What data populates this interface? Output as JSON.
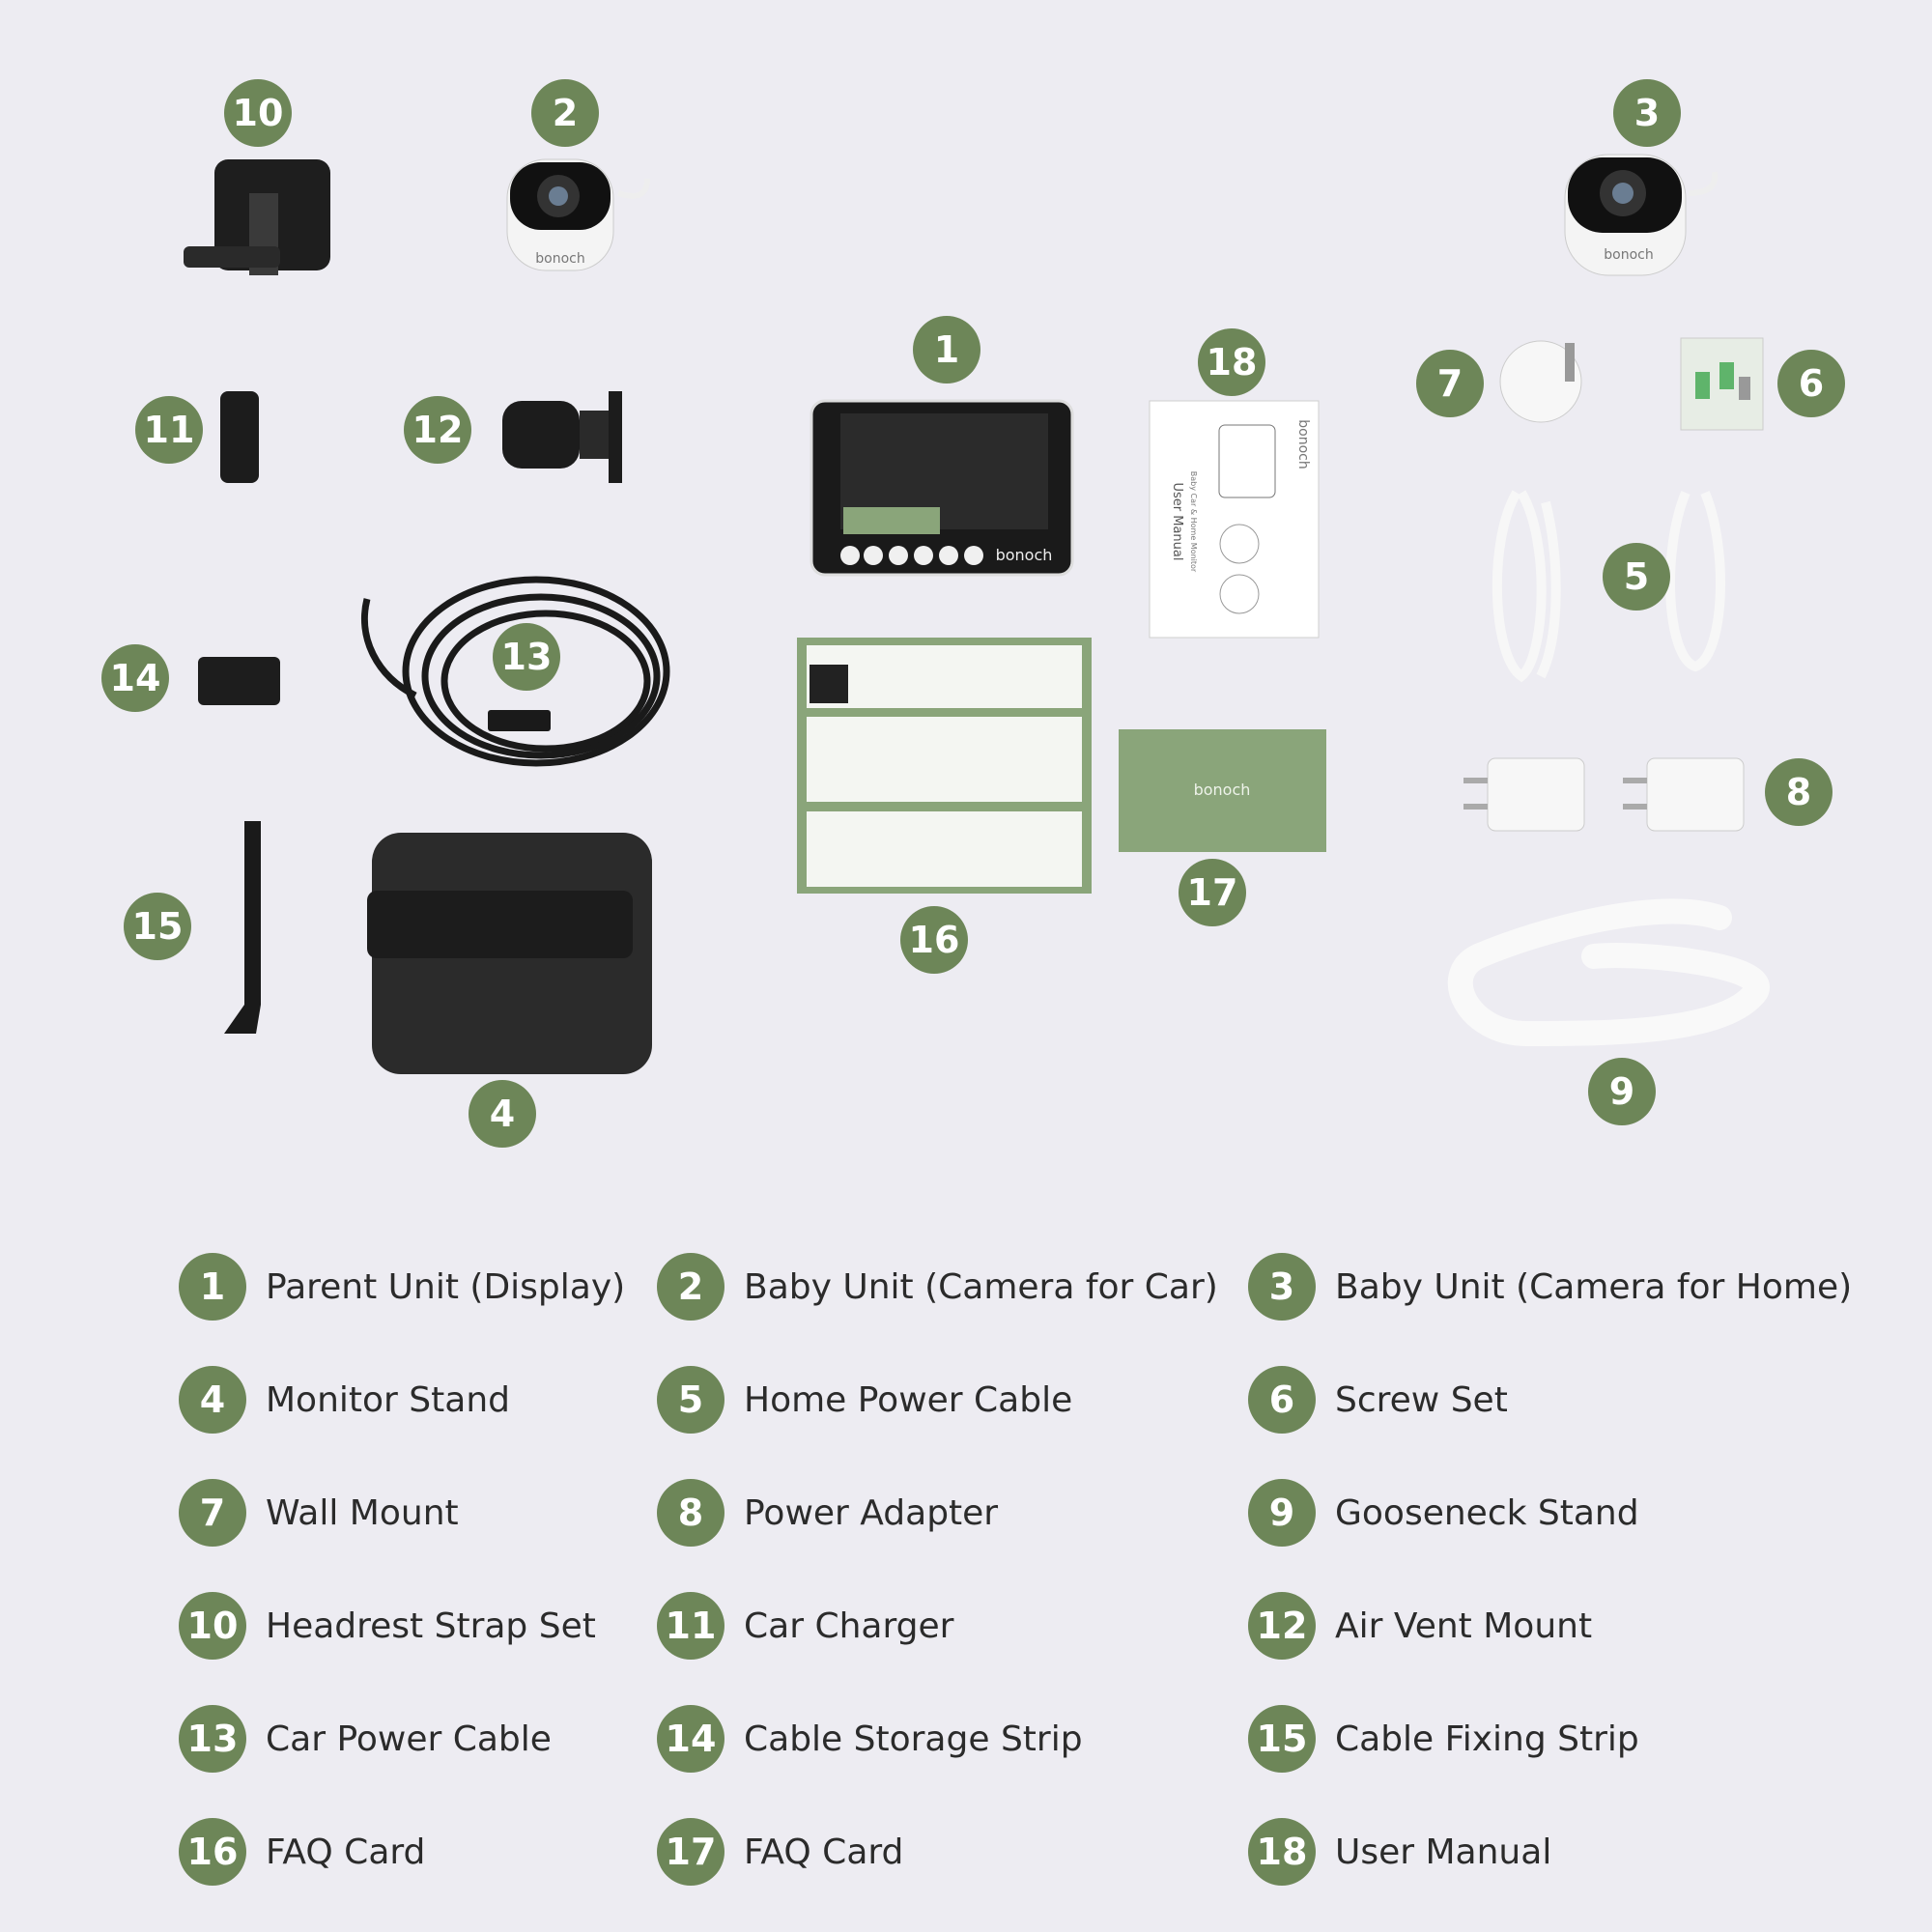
{
  "brand": "bonoch",
  "monitor_screen_text": "bonoch",
  "manual_title": "User Manual",
  "manual_subtitle": "Baby Car & Home Monitor",
  "faq_card_text": "bonoch",
  "badges": [
    "10",
    "2",
    "3",
    "1",
    "18",
    "7",
    "6",
    "11",
    "12",
    "5",
    "14",
    "13",
    "8",
    "15",
    "16",
    "17",
    "4",
    "9"
  ],
  "legend": [
    {
      "num": "1",
      "label": "Parent Unit (Display)"
    },
    {
      "num": "2",
      "label": "Baby Unit (Camera for Car)"
    },
    {
      "num": "3",
      "label": "Baby Unit (Camera for Home)"
    },
    {
      "num": "4",
      "label": "Monitor Stand"
    },
    {
      "num": "5",
      "label": "Home Power Cable"
    },
    {
      "num": "6",
      "label": "Screw Set"
    },
    {
      "num": "7",
      "label": "Wall Mount"
    },
    {
      "num": "8",
      "label": "Power Adapter"
    },
    {
      "num": "9",
      "label": "Gooseneck Stand"
    },
    {
      "num": "10",
      "label": "Headrest Strap Set"
    },
    {
      "num": "11",
      "label": "Car Charger"
    },
    {
      "num": "12",
      "label": "Air Vent Mount"
    },
    {
      "num": "13",
      "label": "Car Power Cable"
    },
    {
      "num": "14",
      "label": "Cable Storage Strip"
    },
    {
      "num": "15",
      "label": "Cable Fixing Strip"
    },
    {
      "num": "16",
      "label": "FAQ Card"
    },
    {
      "num": "17",
      "label": "FAQ Card"
    },
    {
      "num": "18",
      "label": "User Manual"
    }
  ],
  "colors": {
    "badge": "#6d8658",
    "background": "#edecf2",
    "text": "#2b2b2b"
  }
}
